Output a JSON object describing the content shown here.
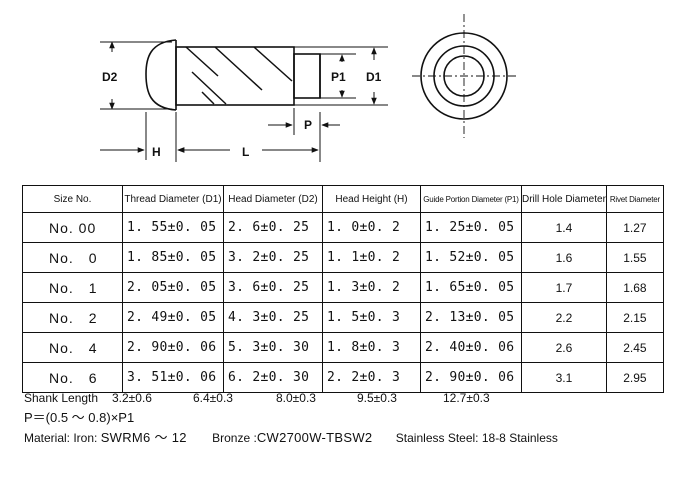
{
  "diagram": {
    "labels": {
      "d2": "D2",
      "h": "H",
      "l": "L",
      "p1": "P1",
      "d1": "D1",
      "p": "P"
    }
  },
  "table": {
    "headers": [
      "Size No.",
      "Thread Diameter (D1)",
      "Head Diameter (D2)",
      "Head Height (H)",
      "Guide Portion Diameter (P1)",
      "Drill Hole Diameter",
      "Rivet Diameter"
    ],
    "rows": [
      [
        "No. 00",
        "1. 55±0. 05",
        "2. 6±0. 25",
        "1. 0±0. 2",
        "1. 25±0. 05",
        "1.4",
        "1.27"
      ],
      [
        "No.　0",
        "1. 85±0. 05",
        "3. 2±0. 25",
        "1. 1±0. 2",
        "1. 52±0. 05",
        "1.6",
        "1.55"
      ],
      [
        "No.　1",
        "2. 05±0. 05",
        "3. 6±0. 25",
        "1. 3±0. 2",
        "1. 65±0. 05",
        "1.7",
        "1.68"
      ],
      [
        "No.　2",
        "2. 49±0. 05",
        "4. 3±0. 25",
        "1. 5±0. 3",
        "2. 13±0. 05",
        "2.2",
        "2.15"
      ],
      [
        "No.　4",
        "2. 90±0. 06",
        "5. 3±0. 30",
        "1. 8±0. 3",
        "2. 40±0. 06",
        "2.6",
        "2.45"
      ],
      [
        "No.　6",
        "3. 51±0. 06",
        "6. 2±0. 30",
        "2. 2±0. 3",
        "2. 90±0. 06",
        "3.1",
        "2.95"
      ]
    ]
  },
  "notes": {
    "shank_label": "Shank Length",
    "shank_values": [
      "3.2±0.6",
      "6.4±0.3",
      "8.0±0.3",
      "9.5±0.3",
      "12.7±0.3"
    ],
    "p_formula": "P＝(0.5 ～ 0.8)×P1",
    "material_label": "Material: Iron:",
    "iron": "SWRM6 ～ 12",
    "bronze_label": "Bronze :",
    "bronze": "CW2700W-TBSW2",
    "stainless": "Stainless Steel: 18-8 Stainless"
  }
}
